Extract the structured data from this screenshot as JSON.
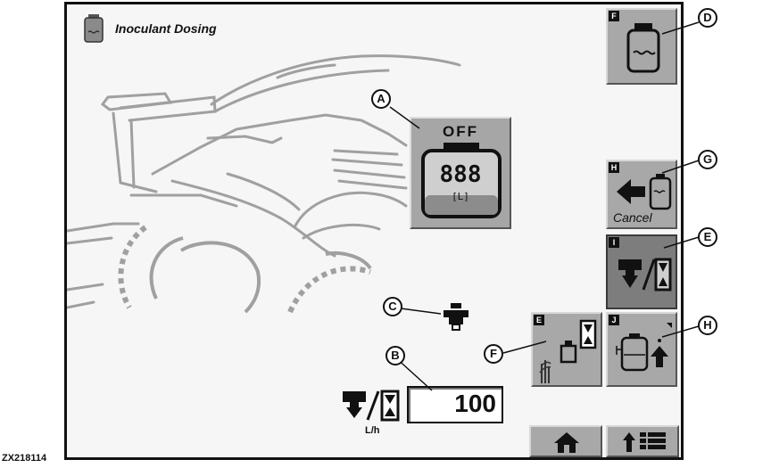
{
  "header": {
    "title": "Inoculant Dosing",
    "title_icon": "tank-level-icon"
  },
  "tank_status": {
    "state": "OFF",
    "value": "888",
    "unit": "[L]"
  },
  "rate": {
    "value": "100",
    "unit": "L/h",
    "icon": "dosing-rate-icon"
  },
  "softkeys": {
    "f": {
      "letter": "F",
      "icon": "tank-icon"
    },
    "h": {
      "letter": "H",
      "label": "Cancel",
      "icon": "back-arrow-tank-icon"
    },
    "i": {
      "letter": "I",
      "icon": "dosing-rate-icon"
    },
    "e": {
      "letter": "E",
      "icon": "calibration-weight-icon"
    },
    "j": {
      "letter": "J",
      "icon": "tank-refill-icon"
    },
    "home": {
      "icon": "home-icon"
    },
    "menu": {
      "icon": "menu-up-icon"
    }
  },
  "callouts": [
    "A",
    "B",
    "C",
    "D",
    "E",
    "F",
    "G",
    "H"
  ],
  "figure_id": "ZX218114",
  "colors": {
    "panel": "#f6f6f6",
    "button": "#a8a8a8",
    "button_active": "#7d7d7d",
    "machine_line": "#9a9a9a"
  }
}
